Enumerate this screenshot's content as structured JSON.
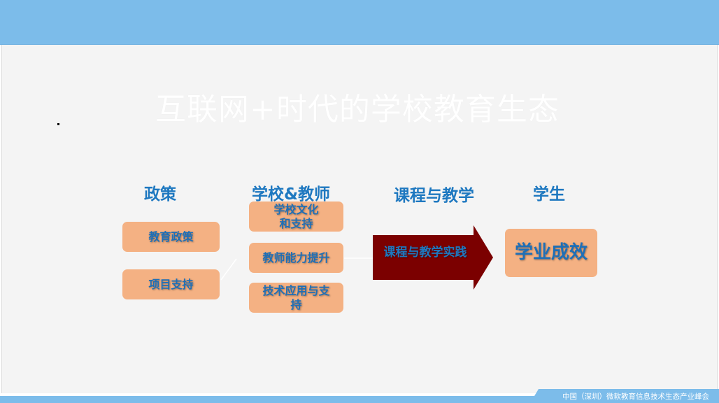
{
  "title": "互联网+时代的学校教育生态",
  "footer": "中国（深圳）微软教育信息技术生态产业峰会",
  "columns": [
    {
      "heading": "政策",
      "items": [
        "教育政策",
        "项目支持"
      ]
    },
    {
      "heading": "学校&教师",
      "items": [
        "学校文化和支持",
        "教师能力提升",
        "技术应用与支持"
      ]
    },
    {
      "heading": "课程与教学",
      "items": [
        "课程与教学实践"
      ]
    },
    {
      "heading": "学生",
      "items": [
        "学业成效"
      ]
    }
  ],
  "colors": {
    "top_band": "#7cbcea",
    "box_fill": "#f4b183",
    "heading_text": "#1e78c0",
    "arrow_fill": "#7b0000"
  }
}
